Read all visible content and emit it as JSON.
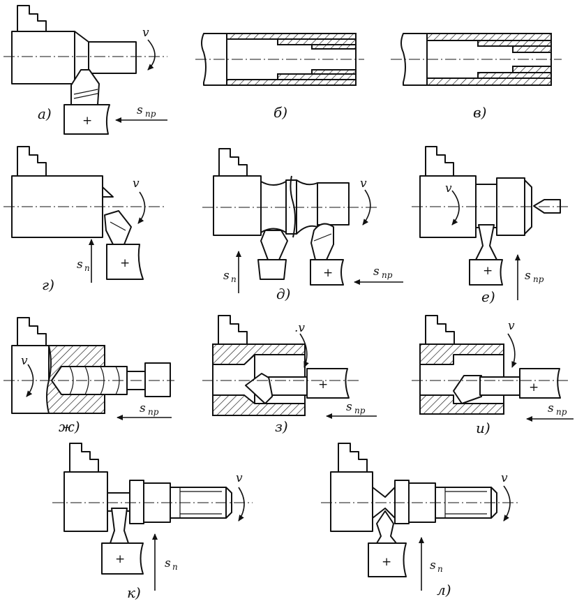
{
  "panels": [
    {
      "id": "a",
      "label": "а)",
      "symbols": {
        "v": "v",
        "s": "s",
        "s_sub": "пр"
      }
    },
    {
      "id": "b",
      "label": "б)"
    },
    {
      "id": "v",
      "label": "в)"
    },
    {
      "id": "g",
      "label": "г)",
      "symbols": {
        "v": "v",
        "s": "s",
        "s_sub": "п"
      }
    },
    {
      "id": "d",
      "label": "д)",
      "symbols": {
        "v": "v",
        "s1": "s",
        "s1_sub": "п",
        "s2": "s",
        "s2_sub": "пр"
      }
    },
    {
      "id": "e",
      "label": "е)",
      "symbols": {
        "v": "v",
        "s": "s",
        "s_sub": "пр"
      }
    },
    {
      "id": "zh",
      "label": "ж)",
      "symbols": {
        "v": "v",
        "s": "s",
        "s_sub": "пр"
      }
    },
    {
      "id": "z",
      "label": "з)",
      "symbols": {
        "v": ".v",
        "s": "s",
        "s_sub": "пр"
      }
    },
    {
      "id": "i",
      "label": "и)",
      "symbols": {
        "v": "v",
        "s": "s",
        "s_sub": "пр"
      }
    },
    {
      "id": "k",
      "label": "к)",
      "symbols": {
        "v": "v",
        "s": "s",
        "s_sub": "п"
      }
    },
    {
      "id": "l",
      "label": "л)",
      "symbols": {
        "v": "v",
        "s": "s",
        "s_sub": "п"
      }
    }
  ],
  "tool_mark": "+"
}
